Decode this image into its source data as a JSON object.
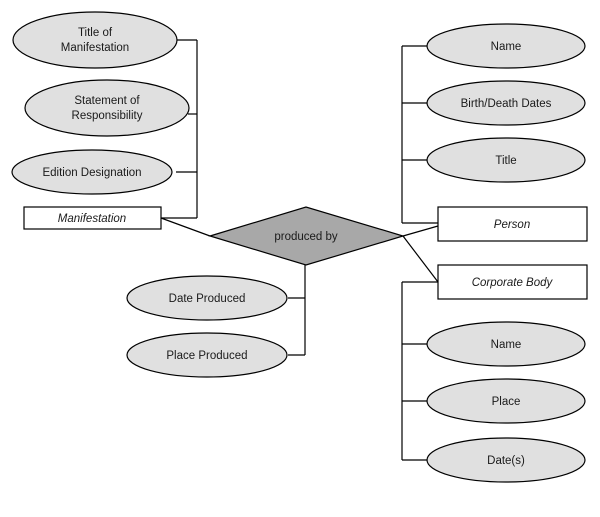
{
  "relationship": {
    "label": "produced by"
  },
  "entities": {
    "manifestation": "Manifestation",
    "person": "Person",
    "corporate_body": "Corporate Body"
  },
  "manifestation_attributes": [
    [
      "Title of",
      "Manifestation"
    ],
    [
      "Statement of",
      "Responsibility"
    ],
    [
      "Edition Designation"
    ]
  ],
  "relationship_attributes": [
    "Date Produced",
    "Place Produced"
  ],
  "person_attributes": [
    "Name",
    "Birth/Death Dates",
    "Title"
  ],
  "corporate_body_attributes": [
    "Name",
    "Place",
    "Date(s)"
  ]
}
